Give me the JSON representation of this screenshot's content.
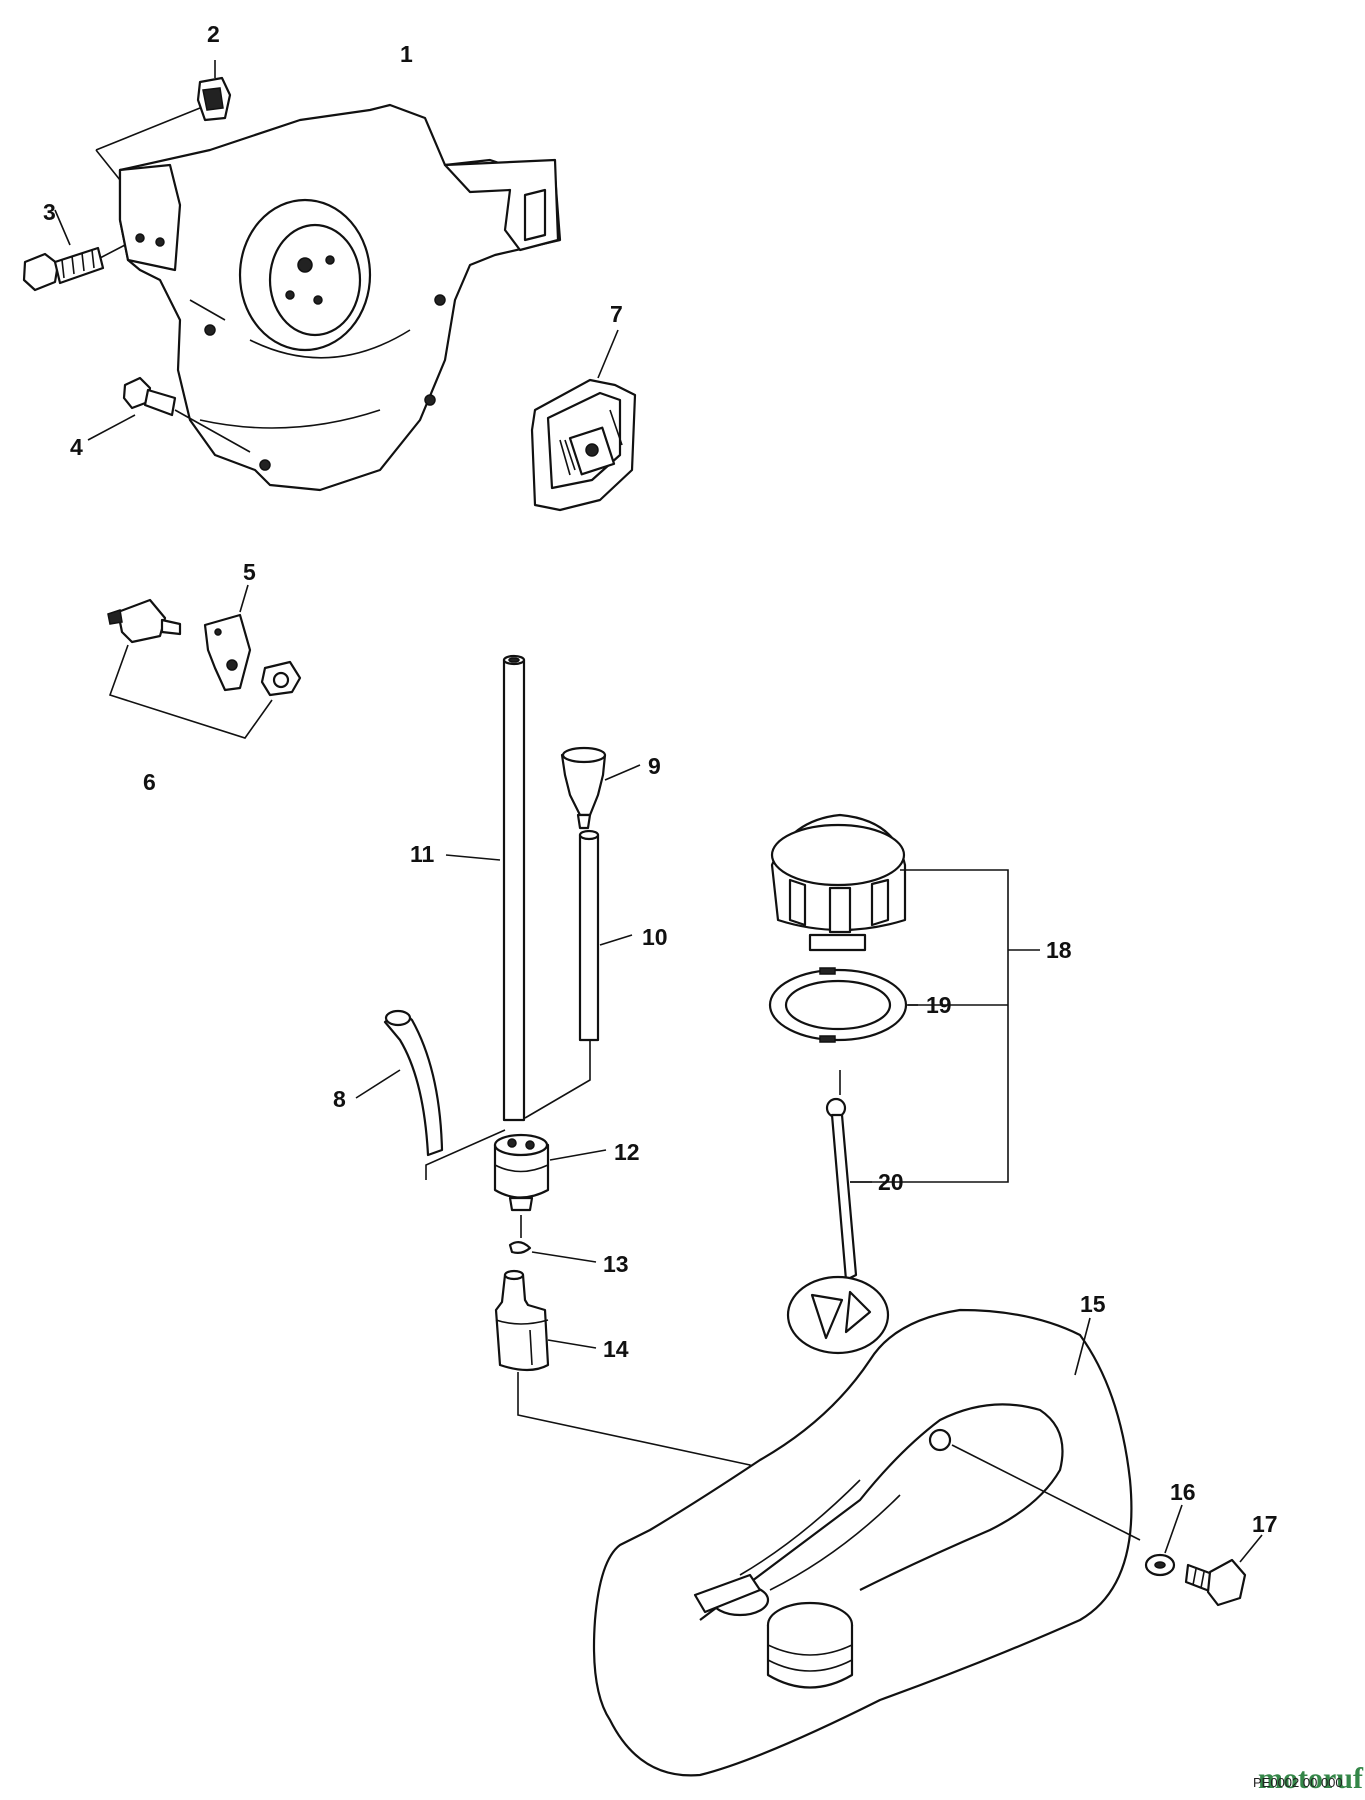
{
  "callouts": {
    "c1": "1",
    "c2": "2",
    "c3": "3",
    "c4": "4",
    "c5": "5",
    "c6": "6",
    "c7": "7",
    "c8": "8",
    "c9": "9",
    "c10": "10",
    "c11": "11",
    "c12": "12",
    "c13": "13",
    "c14": "14",
    "c15": "15",
    "c16": "16",
    "c17": "17",
    "c18": "18",
    "c19": "19",
    "c20": "20"
  },
  "diagram_code": "PE0002 00 000",
  "watermark": "motoruf"
}
